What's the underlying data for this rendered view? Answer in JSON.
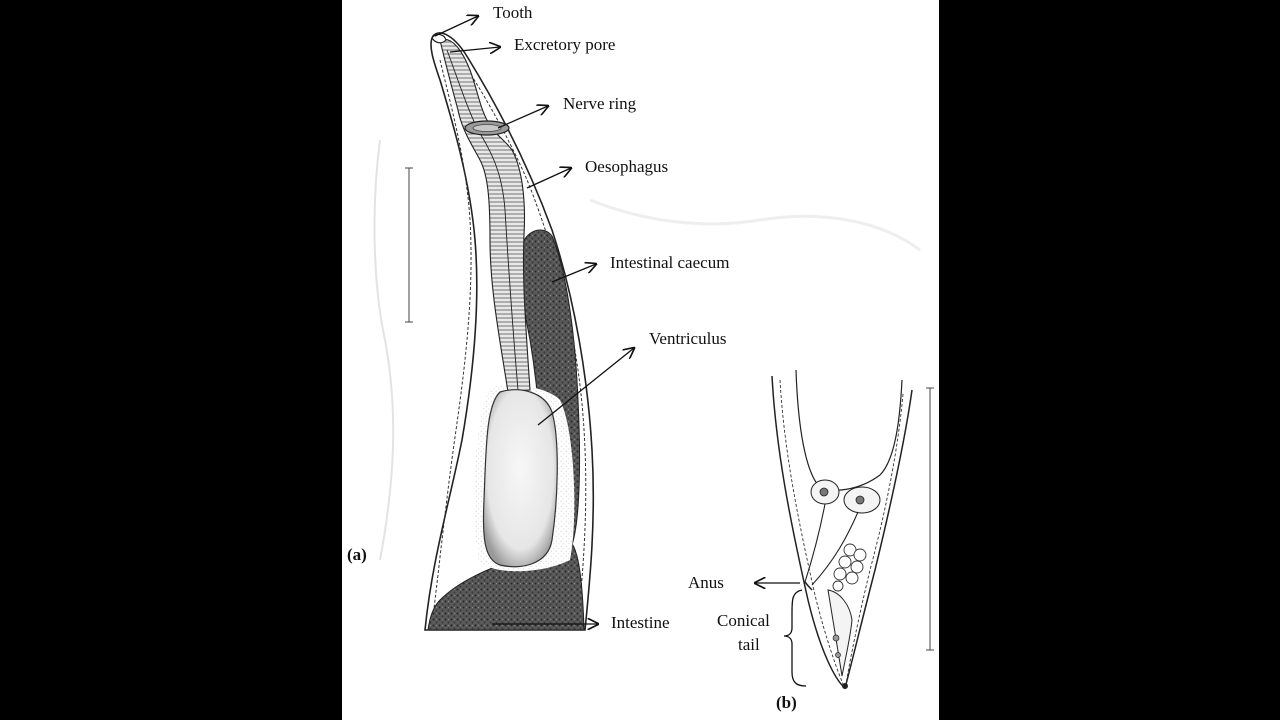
{
  "figure": {
    "panel_a": {
      "tag": "(a)",
      "labels": {
        "tooth": "Tooth",
        "excretory_pore": "Excretory pore",
        "nerve_ring": "Nerve ring",
        "oesophagus": "Oesophagus",
        "intestinal_caecum": "Intestinal caecum",
        "ventriculus": "Ventriculus",
        "intestine": "Intestine"
      }
    },
    "panel_b": {
      "tag": "(b)",
      "labels": {
        "anus": "Anus",
        "conical": "Conical",
        "tail": "tail"
      }
    }
  }
}
